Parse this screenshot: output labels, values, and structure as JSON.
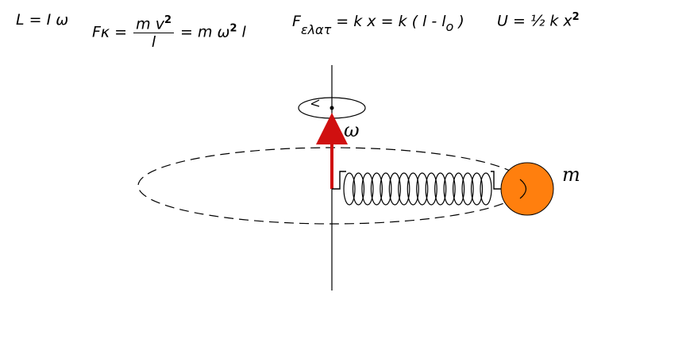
{
  "formulas": {
    "angular_momentum": "L = I ω",
    "centripetal_lhs": "Fκ =",
    "centripetal_num": "m v",
    "centripetal_exp": "2",
    "centripetal_den": "l",
    "centripetal_rhs": "= m ω",
    "centripetal_rhs_exp": "2",
    "centripetal_rhs_tail": " l",
    "elastic_F": "F",
    "elastic_sub": "ελατ",
    "elastic_rhs": "= k x  = k ( l - l",
    "elastic_sub_o": "o",
    "elastic_close": " )",
    "energy": "U = ½  k x",
    "energy_exp": "2"
  },
  "diagram": {
    "omega_label": "ω",
    "mass_label": "m",
    "axis_color": "#000000",
    "omega_vector_color": "#d01010",
    "mass_color": "#ff7f0e",
    "spring_color": "#000000"
  }
}
